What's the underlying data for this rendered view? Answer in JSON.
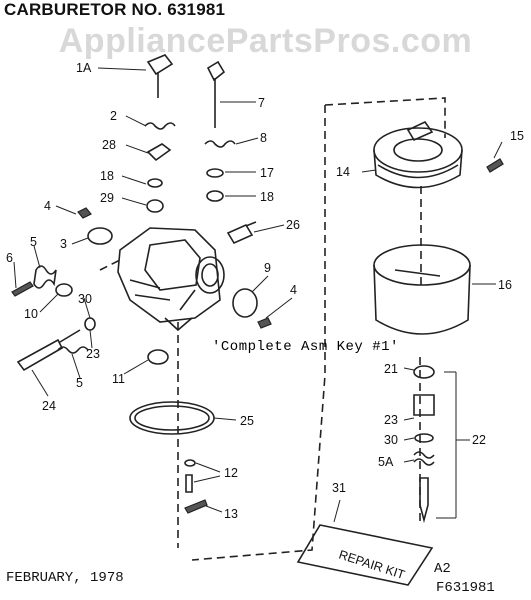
{
  "title": "CARBURETOR NO. 631981",
  "watermark": "AppliancePartsPros.com",
  "callout": "'Complete Asm Key #1'",
  "footer": {
    "date": "FEBRUARY, 1978",
    "code_a": "A2",
    "code_b": "F631981"
  },
  "kit_label": "REPAIR KIT",
  "labels": {
    "l1a": "1A",
    "l2": "2",
    "l28": "28",
    "l18a": "18",
    "l29": "29",
    "l4a": "4",
    "l3": "3",
    "l5a": "5",
    "l6": "6",
    "l10": "10",
    "l30a": "30",
    "l23a": "23",
    "l24": "24",
    "l5b": "5",
    "l11": "11",
    "l7": "7",
    "l8": "8",
    "l17": "17",
    "l18b": "18",
    "l26": "26",
    "l9": "9",
    "l4b": "4",
    "l25": "25",
    "l12": "12",
    "l13": "13",
    "l15": "15",
    "l14": "14",
    "l16": "16",
    "l21": "21",
    "l23b": "23",
    "l30b": "30",
    "l5c": "5A",
    "l22": "22",
    "l31": "31"
  }
}
